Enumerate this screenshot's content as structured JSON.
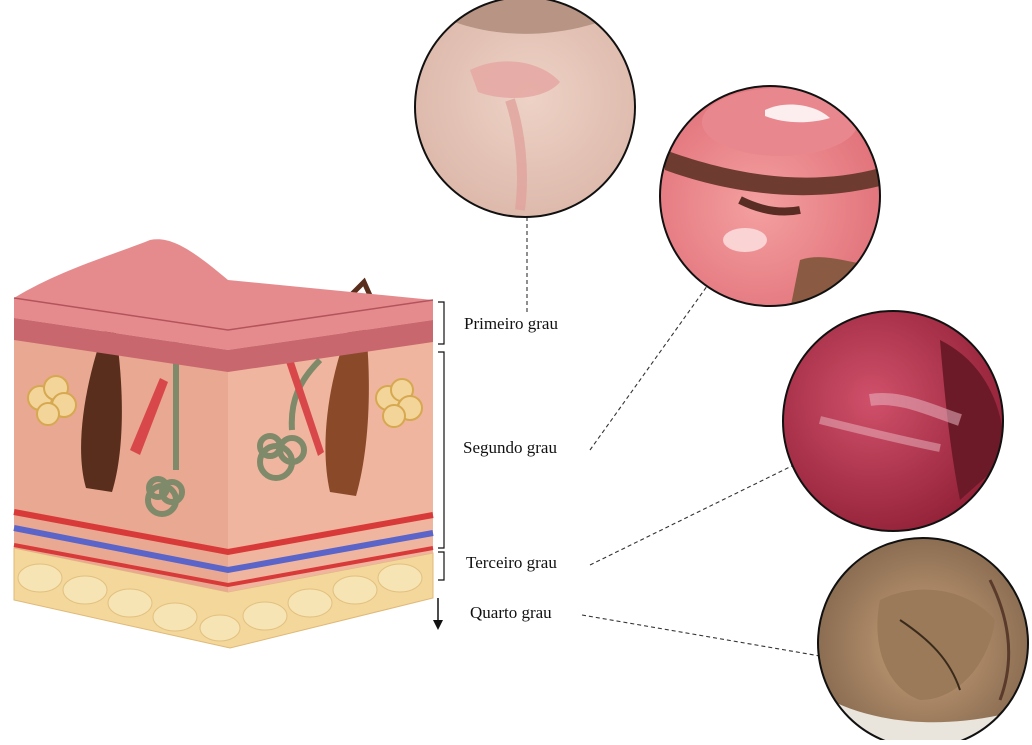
{
  "labels": {
    "first": "Primeiro grau",
    "second": "Segundo grau",
    "third": "Terceiro grau",
    "fourth": "Quarto grau"
  },
  "colors": {
    "epidermis": "#e58b8d",
    "dermis": "#e8a48e",
    "fat": "#f3d79b",
    "artery": "#d83a3a",
    "vein": "#5b64c9",
    "hair": "#5a2e1c",
    "gland": "#8e9a7a"
  }
}
